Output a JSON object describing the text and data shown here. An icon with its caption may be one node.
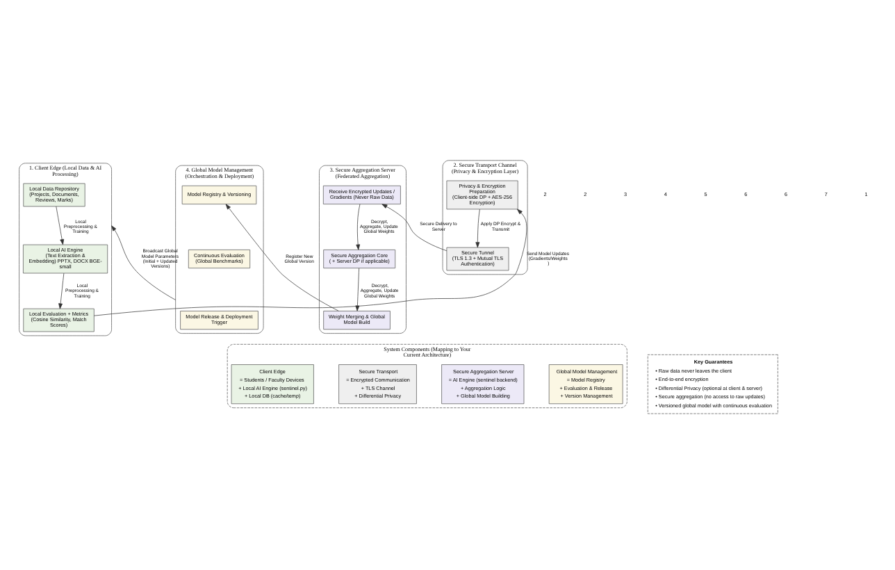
{
  "diagram": {
    "nodes": [
      {
        "text": [
          "1. Client Edge (Local Data & AI Processing)"
        ]
      },
      {
        "text": [
          "Local Data Repository (Projects, Documents, Reviews, Marks)"
        ],
        "in": 0
      },
      {
        "text": [
          "Local AI Engine",
          "(Text Extraction & Embedding) PPTX, DOCX BGE-small"
        ],
        "in": 0
      },
      {
        "text": [
          "Local Evaluation + Metrics",
          "(Cosine Similarity, Match Scores)"
        ],
        "in": 0
      },
      {
        "text": [
          "2. Secure Transport Channel (Privacy & Encryption Layer)"
        ]
      },
      {
        "text": [
          "Privacy & Encryption Preparation",
          "(Client-side DP + AES-256 Encryption)"
        ],
        "in": 4
      },
      {
        "text": [
          "Secure Tunnel",
          "(TLS 1.3 + Mutual TLS Authentication)"
        ],
        "in": 4
      },
      {
        "text": [
          "3. Secure Aggregation Server (Federated Aggregation)"
        ]
      },
      {
        "text": [
          "Receive Encrypted Updates / Gradients (Never Raw Data)"
        ],
        "in": 7
      },
      {
        "text": [
          "Secure Aggregation Core",
          "( + Server DP if applicable)"
        ],
        "in": 7
      },
      {
        "text": [
          "Weight Merging & Global Model Build"
        ],
        "in": 7
      },
      {
        "text": [
          "4. Global Model Management (Orchestration & Deployment)"
        ]
      },
      {
        "text": [
          "Model Registry & Versioning"
        ],
        "in": 11
      },
      {
        "text": [
          "Continuous Evaluation",
          "(Global Benchmarks)"
        ],
        "in": 11
      },
      {
        "text": [
          "Model Release & Deployment Trigger"
        ],
        "in": 11
      },
      {
        "text": [
          "System Components (Mapping to Your Current Architecture)"
        ]
      },
      {
        "text": [
          "Client Edge",
          "= Students / Faculty Devices",
          "+ Local AI Engine (sentinel.py)",
          "+ Local DB (cache/temp)"
        ],
        "in": 15
      },
      {
        "text": [
          "Secure Transport",
          "= Encrypted Communication",
          "+ TLS Channel",
          "+ Differential Privacy"
        ],
        "in": 15
      },
      {
        "text": [
          "Secure Aggregation Server",
          "= AI Engine (sentinel backend)",
          "+ Aggregation Logic",
          "+ Global Model Building"
        ],
        "in": 15
      },
      {
        "text": [
          "Global Model Management",
          "= Model Registry",
          "+ Evaluation & Release",
          "+ Version Management"
        ],
        "in": 15
      },
      {
        "text": [
          "Key Guarantees",
          "• Raw data never leaves the client",
          "• End-to-end encryption",
          "• Differential Privacy (optional at client & server)",
          "• Secure aggregation (no access to raw updates)",
          "• Versioned global model with continuous evaluation"
        ]
      }
    ],
    "edges": [
      {
        "from": 1,
        "to": 2,
        "arrow": "to",
        "label": "Local Preprocessing & Training"
      },
      {
        "from": 2,
        "to": 3,
        "arrow": "to",
        "label": "Local Preprocessing & Training"
      },
      {
        "from": 3,
        "to": 5,
        "arrow": "to",
        "label": "Send Model Updates (Gradients/Weights)"
      },
      {
        "from": 5,
        "to": 6,
        "arrow": "to",
        "label": "Apply DP Encrypt & Transmit"
      },
      {
        "from": 6,
        "to": 8,
        "arrow": "to",
        "label": "Secure Delivery to Server"
      },
      {
        "from": 8,
        "to": 9,
        "arrow": "to",
        "label": "Decrypt, Aggregate, Update Global Weights"
      },
      {
        "from": 9,
        "to": 10,
        "arrow": "to",
        "label": "Decrypt, Aggregate, Update Global Weights"
      },
      {
        "from": 10,
        "to": 12,
        "arrow": "to",
        "label": "Register New Global Version"
      },
      {
        "from": 11,
        "to": 0,
        "arrow": "to",
        "label": "Broadcast Global Model Parameters (Initial + Updated Versions)"
      }
    ],
    "labels": [
      "2",
      "2",
      "3",
      "4",
      "5",
      "6",
      "6",
      "7",
      "1"
    ]
  }
}
